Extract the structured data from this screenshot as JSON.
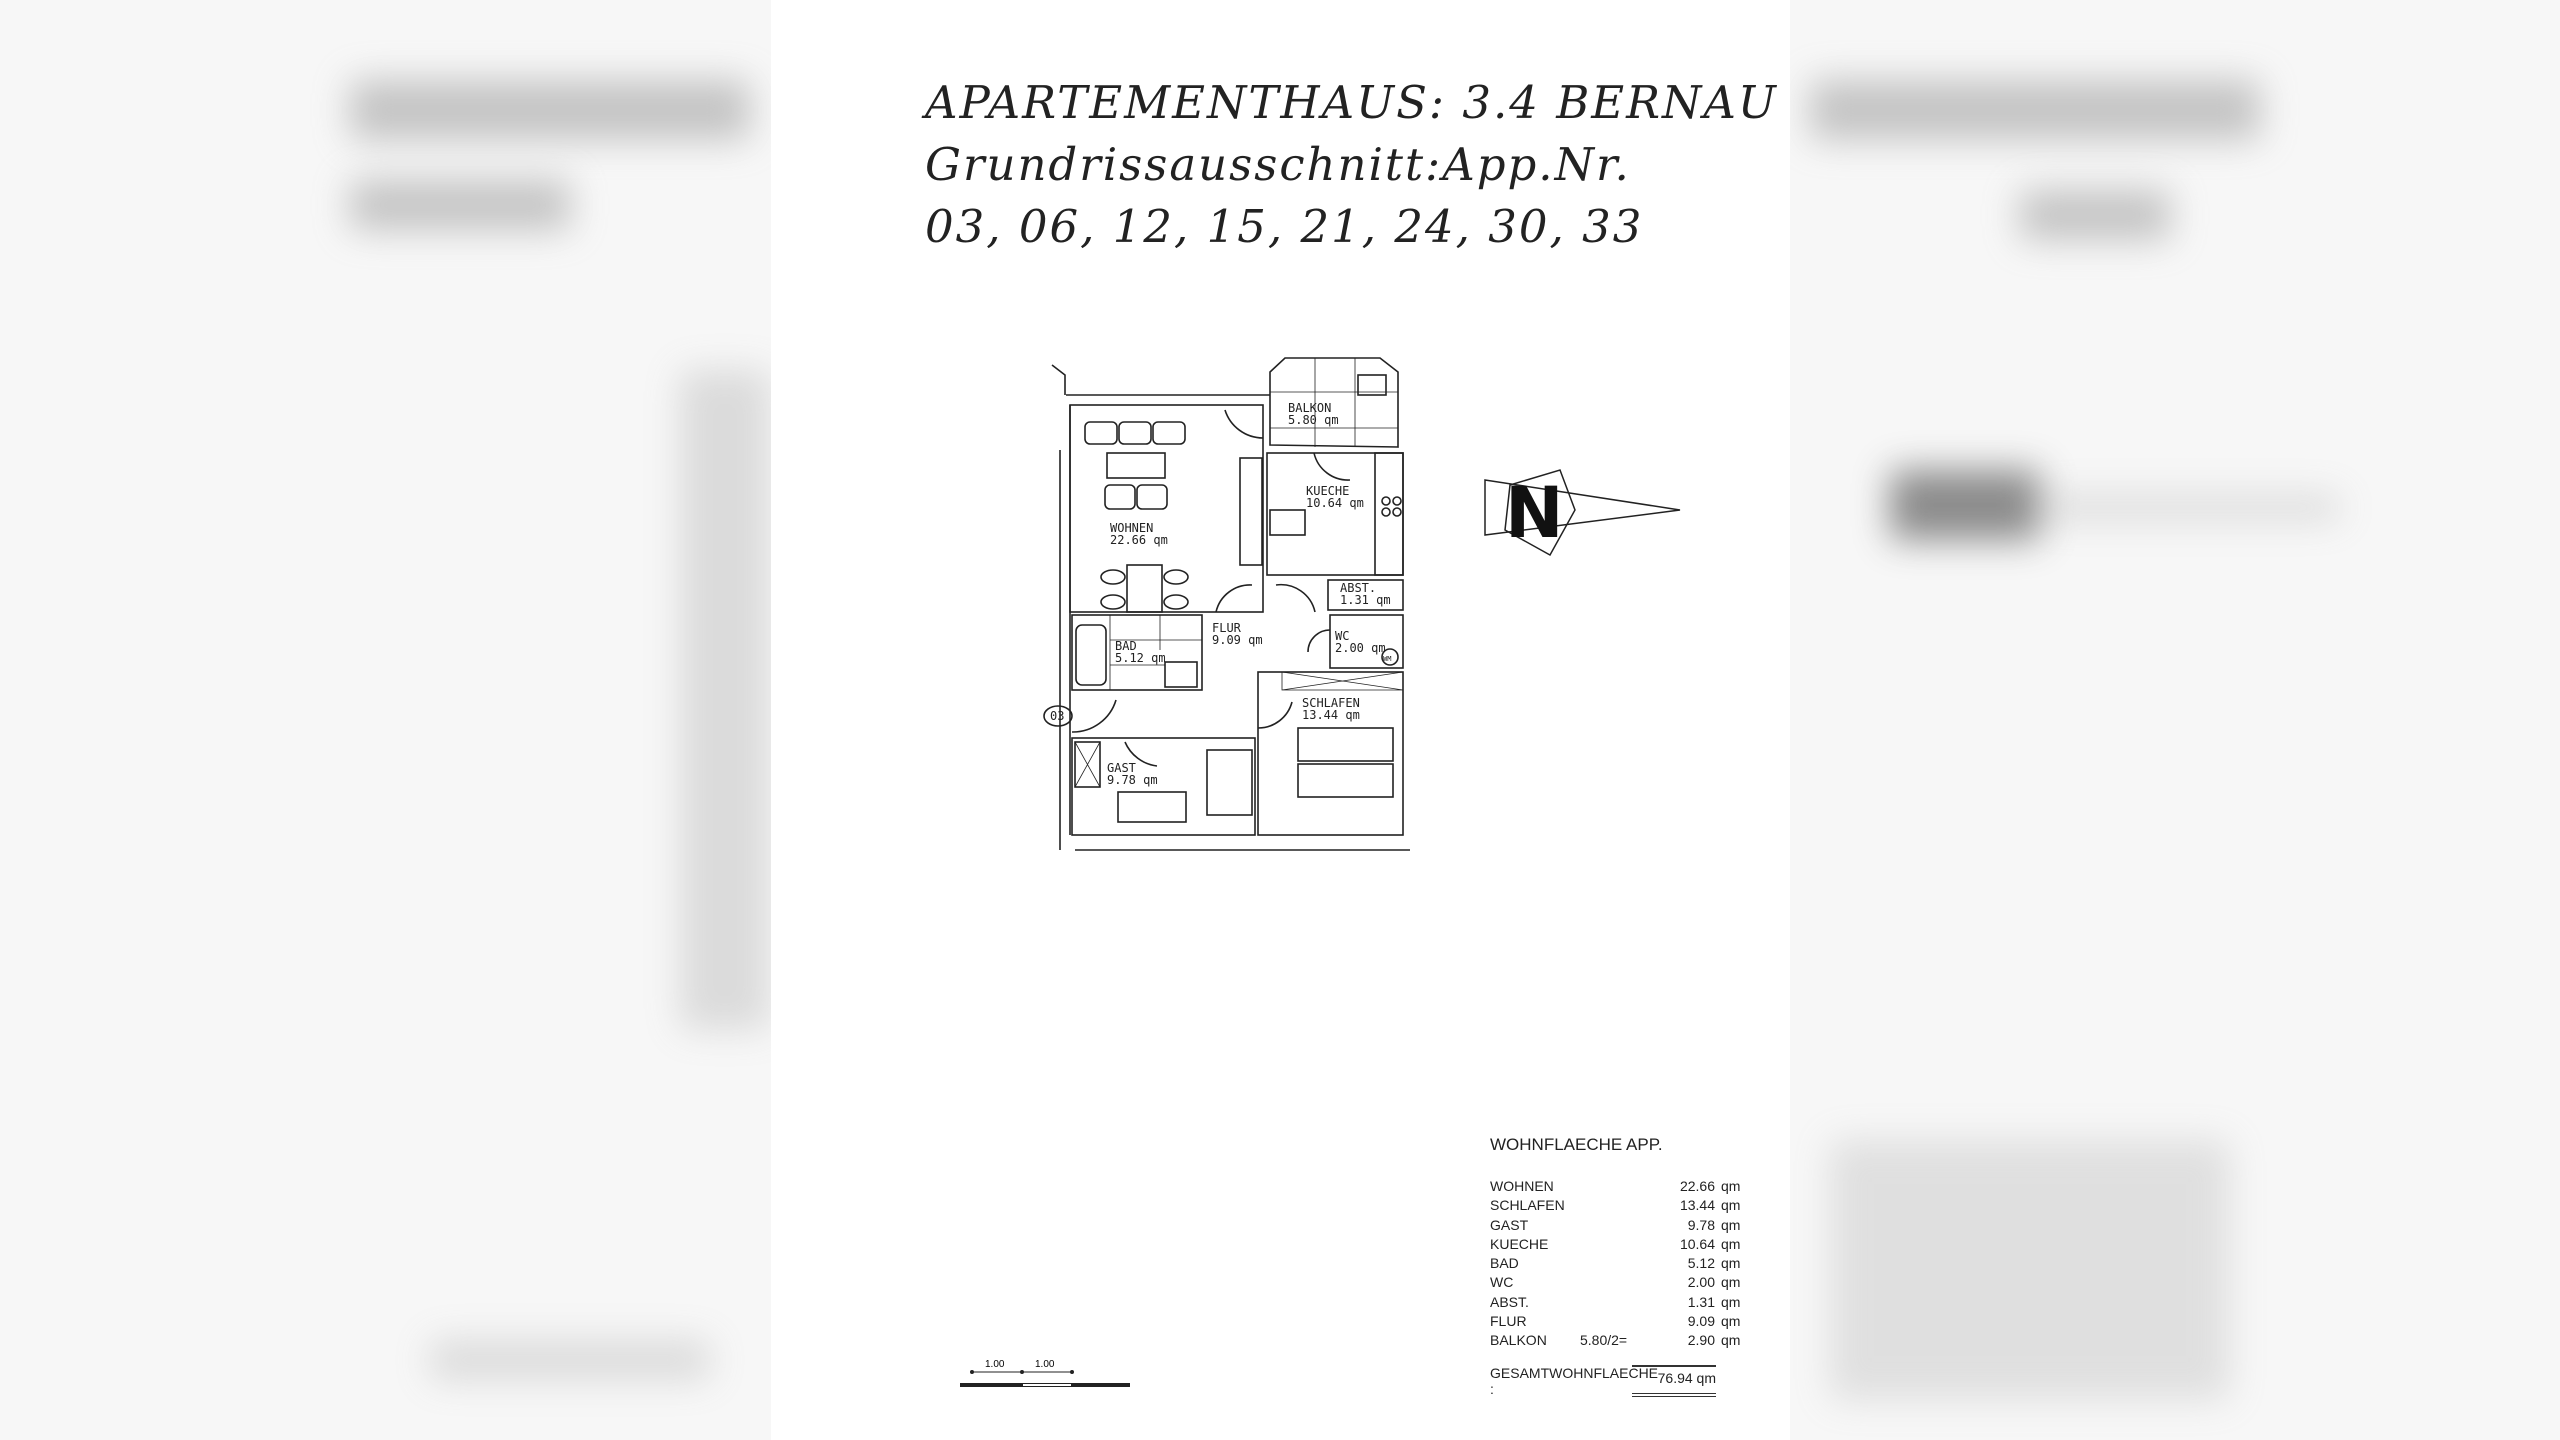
{
  "title": {
    "line1": "APARTEMENTHAUS:  3.4 BERNAU",
    "line2": "Grundrissausschnitt:App.Nr.",
    "line3": "03, 06, 12, 15, 21, 24, 30, 33"
  },
  "plan": {
    "apartment_number": "03",
    "rooms": [
      {
        "name": "WOHNEN",
        "area": "22.66 qm"
      },
      {
        "name": "BALKON",
        "area": "5.80 qm"
      },
      {
        "name": "KUECHE",
        "area": "10.64 qm"
      },
      {
        "name": "ABST.",
        "area": "1.31 qm"
      },
      {
        "name": "FLUR",
        "area": "9.09 qm"
      },
      {
        "name": "BAD",
        "area": "5.12 qm"
      },
      {
        "name": "WC",
        "area": "2.00 qm"
      },
      {
        "name": "SCHLAFEN",
        "area": "13.44 qm"
      },
      {
        "name": "GAST",
        "area": "9.78 qm"
      }
    ],
    "wm_label": "WM"
  },
  "compass": {
    "label": "N"
  },
  "area_table": {
    "heading": "WOHNFLAECHE APP.",
    "rows": [
      {
        "name": "WOHNEN",
        "formula": "",
        "value": "22.66",
        "unit": "qm"
      },
      {
        "name": "SCHLAFEN",
        "formula": "",
        "value": "13.44",
        "unit": "qm"
      },
      {
        "name": "GAST",
        "formula": "",
        "value": "9.78",
        "unit": "qm"
      },
      {
        "name": "KUECHE",
        "formula": "",
        "value": "10.64",
        "unit": "qm"
      },
      {
        "name": "BAD",
        "formula": "",
        "value": "5.12",
        "unit": "qm"
      },
      {
        "name": "WC",
        "formula": "",
        "value": "2.00",
        "unit": "qm"
      },
      {
        "name": "ABST.",
        "formula": "",
        "value": "1.31",
        "unit": "qm"
      },
      {
        "name": "FLUR",
        "formula": "",
        "value": "9.09",
        "unit": "qm"
      },
      {
        "name": "BALKON",
        "formula": "5.80/2=",
        "value": "2.90",
        "unit": "qm"
      }
    ],
    "total_label": "GESAMTWOHNFLAECHE :",
    "total_value": "76.94  qm"
  },
  "scale_bar": {
    "seg1": "1.00",
    "seg2": "1.00"
  }
}
